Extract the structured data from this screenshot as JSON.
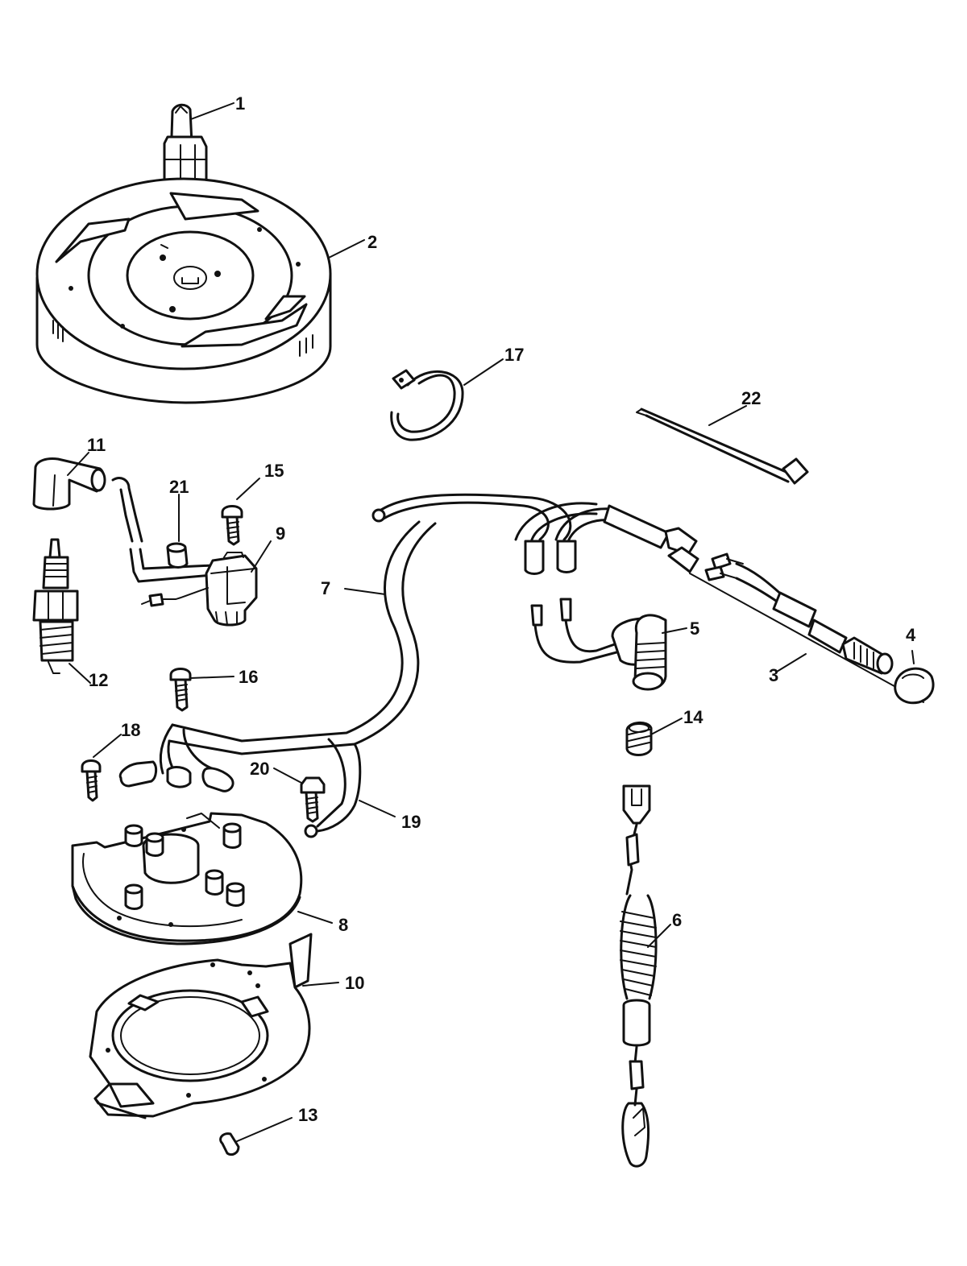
{
  "diagram": {
    "labels": [
      "1",
      "2",
      "3",
      "4",
      "5",
      "6",
      "7",
      "8",
      "9",
      "10",
      "11",
      "12",
      "13",
      "14",
      "15",
      "16",
      "17",
      "18",
      "19",
      "20",
      "21",
      "22"
    ]
  }
}
